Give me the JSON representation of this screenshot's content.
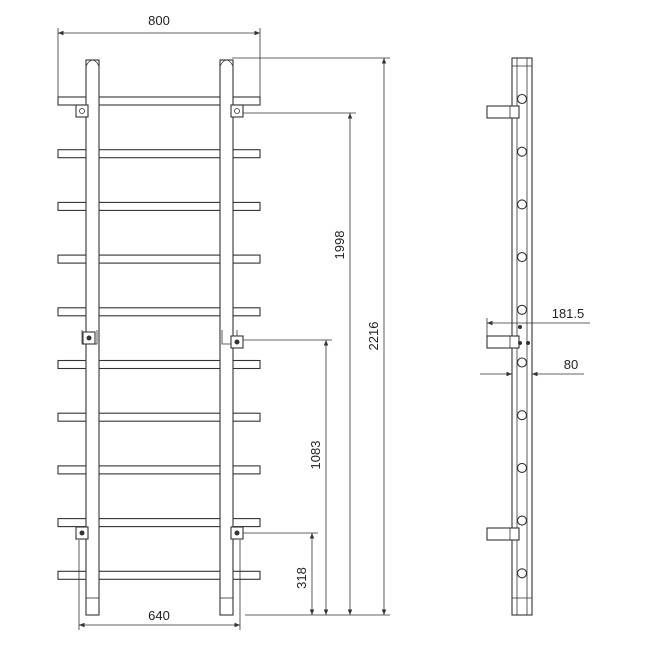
{
  "drawing": {
    "type": "technical-drawing",
    "subject": "wall bars / ladder",
    "views": [
      "front",
      "side"
    ],
    "line_color": "#333333",
    "background": "#ffffff"
  },
  "dimensions": {
    "overall_width": "800",
    "post_spacing": "640",
    "total_height": "2216",
    "upper_bracket_height": "1998",
    "middle_bracket_height": "1083",
    "lower_bracket_height": "318",
    "side_bracket_length": "181.5",
    "side_post_depth": "80"
  },
  "components": {
    "rung_count": 10,
    "bracket_count_per_post": 3
  }
}
